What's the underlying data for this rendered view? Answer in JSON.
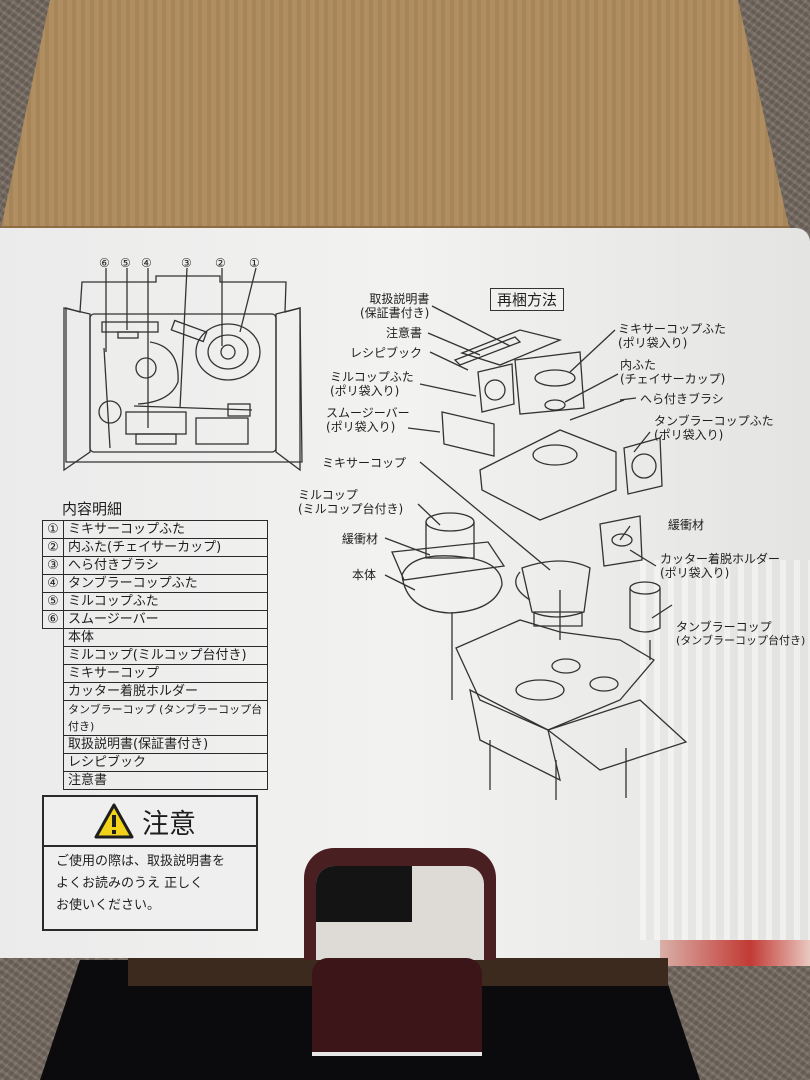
{
  "background": {
    "carpet_color": "#756a60",
    "cardboard_color": "#ad8a5c",
    "panel_color": "#efefed"
  },
  "contents": {
    "title": "内容明細",
    "items": [
      {
        "num": "①",
        "label": "ミキサーコップふた"
      },
      {
        "num": "②",
        "label": "内ふた(チェイサーカップ)"
      },
      {
        "num": "③",
        "label": "へら付きブラシ"
      },
      {
        "num": "④",
        "label": "タンブラーコップふた"
      },
      {
        "num": "⑤",
        "label": "ミルコップふた"
      },
      {
        "num": "⑥",
        "label": "スムージーバー"
      },
      {
        "num": "",
        "label": "本体"
      },
      {
        "num": "",
        "label": "ミルコップ(ミルコップ台付き)"
      },
      {
        "num": "",
        "label": "ミキサーコップ"
      },
      {
        "num": "",
        "label": "カッター着脱ホルダー"
      },
      {
        "num": "",
        "label": "タンブラーコップ (タンブラーコップ台付き)"
      },
      {
        "num": "",
        "label": "取扱説明書(保証書付き)"
      },
      {
        "num": "",
        "label": "レシピブック"
      },
      {
        "num": "",
        "label": "注意書"
      }
    ]
  },
  "tray_diagram": {
    "callouts": [
      "⑥",
      "⑤",
      "④",
      "③",
      "②",
      "①"
    ]
  },
  "caution": {
    "title": "注意",
    "icon": "warning-triangle-icon",
    "icon_color": "#f2d21a",
    "lines": [
      "ご使用の際は、取扱説明書を",
      "よくお読みのうえ 正しく",
      "お使いください。"
    ]
  },
  "repack": {
    "title": "再梱方法",
    "labels": {
      "manual": [
        "取扱説明書",
        "(保証書付き)"
      ],
      "notice": "注意書",
      "recipe": "レシピブック",
      "mill_lid": [
        "ミルコップふた",
        "(ポリ袋入り)"
      ],
      "smoothie_bar": [
        "スムージーバー",
        "(ポリ袋入り)"
      ],
      "mixer_cup": "ミキサーコップ",
      "mill_cup": [
        "ミルコップ",
        "(ミルコップ台付き)"
      ],
      "cushion_left": "緩衝材",
      "body": "本体",
      "mixer_lid": [
        "ミキサーコップふた",
        "(ポリ袋入り)"
      ],
      "inner_lid": [
        "内ふた",
        "(チェイサーカップ)"
      ],
      "brush": "へら付きブラシ",
      "tumbler_lid": [
        "タンブラーコップふた",
        "(ポリ袋入り)"
      ],
      "cushion_right": "緩衝材",
      "cutter_holder": [
        "カッター着脱ホルダー",
        "(ポリ袋入り)"
      ],
      "tumbler_cup": [
        "タンブラーコップ",
        "(タンブラーコップ台付き)"
      ]
    }
  }
}
